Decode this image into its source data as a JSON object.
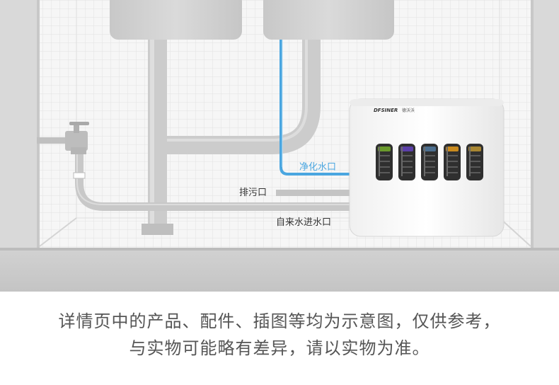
{
  "labels": {
    "purified_outlet": "净化水口",
    "drain_outlet": "排污口",
    "tap_water_inlet": "自来水进水口"
  },
  "product": {
    "brand": "DFSINER",
    "brand_cn": "德沃沃"
  },
  "disclaimer": {
    "line1": "详情页中的产品、配件、插图等均为示意图，仅供参考，",
    "line2": "与实物可能略有差异，请以实物为准。"
  },
  "colors": {
    "pipe_blue": "#4aa6e0",
    "pipe_gray": "#cfcfcf",
    "counter": "#cbcbcb",
    "tile_bg": "#f4f4f4",
    "filter_colors": [
      "#6a9a2c",
      "#5b3fa8",
      "#4c6f8f",
      "#c98a1e",
      "#a88632"
    ]
  }
}
